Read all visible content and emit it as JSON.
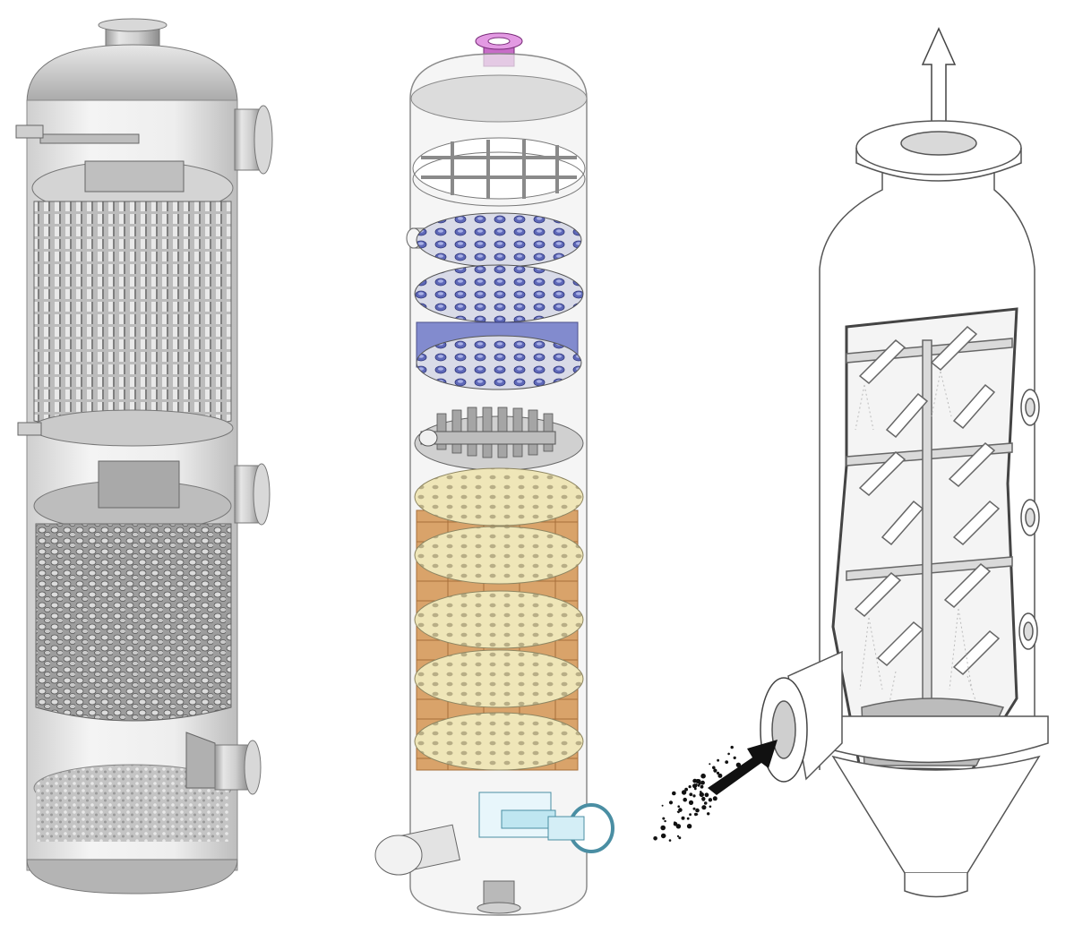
{
  "figure": {
    "panels": [
      {
        "id": "packed-column",
        "style": "grey 3D render, cutaway shell"
      },
      {
        "id": "tray-column",
        "style": "transparent 3D render with colored internals"
      },
      {
        "id": "spray-scrubber",
        "style": "line drawing with cutaway"
      }
    ]
  },
  "icons": {
    "outlet": "up-arrow-icon",
    "inlet": "right-arrow-icon",
    "particles": "dust-particles"
  },
  "colors": {
    "grey_shell": "#cfcfcf",
    "grey_dark": "#8a8a8a",
    "nozzle_magenta": "#d67ad6",
    "tray_blue": "#6f79c8",
    "tray_cream": "#efe6b8",
    "packing_tan": "#d9a36a",
    "inlet_cyan": "#9fd8e8",
    "line": "#555555"
  }
}
